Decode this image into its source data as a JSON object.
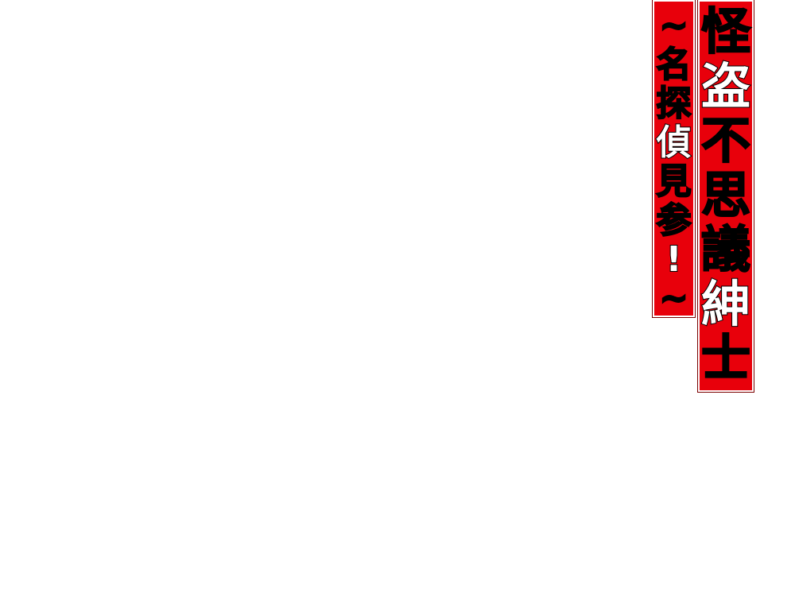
{
  "colors": {
    "background": "#ffffff",
    "banner_red": "#e8000b",
    "glyph_black": "#000000",
    "glyph_white": "#ffffff"
  },
  "title": {
    "glyphs": [
      {
        "char": "怪",
        "color": "#000000"
      },
      {
        "char": "盗",
        "color": "#ffffff"
      },
      {
        "char": "不",
        "color": "#000000"
      },
      {
        "char": "思",
        "color": "#000000"
      },
      {
        "char": "議",
        "color": "#000000"
      },
      {
        "char": "紳",
        "color": "#ffffff"
      },
      {
        "char": "士",
        "color": "#000000"
      }
    ]
  },
  "subtitle": {
    "glyphs": [
      {
        "char": "~",
        "color": "#000000"
      },
      {
        "char": "名",
        "color": "#000000"
      },
      {
        "char": "探",
        "color": "#000000"
      },
      {
        "char": "偵",
        "color": "#ffffff"
      },
      {
        "char": "見",
        "color": "#000000"
      },
      {
        "char": "参",
        "color": "#000000"
      },
      {
        "char": "!",
        "color": "#ffffff"
      },
      {
        "char": "~",
        "color": "#000000"
      }
    ]
  }
}
